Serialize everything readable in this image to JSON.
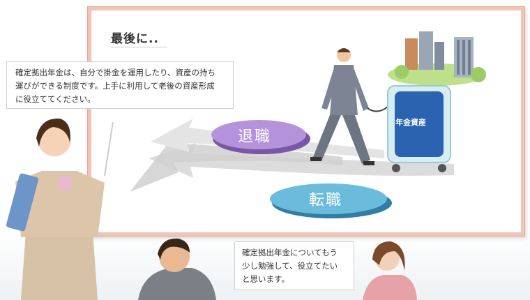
{
  "board": {
    "title": "最後に..",
    "options": {
      "retire": "退職",
      "job_change": "転職"
    },
    "suitcase_label": "年金資産"
  },
  "teacher_bubble": {
    "lines": [
      "確定拠出年金は、自分で掛金を運用したり、資産の持ち",
      "運びができる制度です。上手に利用して老後の資産形成",
      "に役立ててください。"
    ]
  },
  "woman_bubble": {
    "lines": [
      "確定拠出年金についてもう",
      "少し勉強して、役立てたい",
      "と思います。"
    ]
  },
  "colors": {
    "board_border": "#f2c4b6",
    "retire_pill": "#9b72c8",
    "job_change_pill": "#4aa3c8",
    "suitcase": "#2b63b0",
    "arrow": "#d9d9d9"
  },
  "icons": [
    "building-icon",
    "suitcase-icon",
    "arrow-left-icon"
  ]
}
